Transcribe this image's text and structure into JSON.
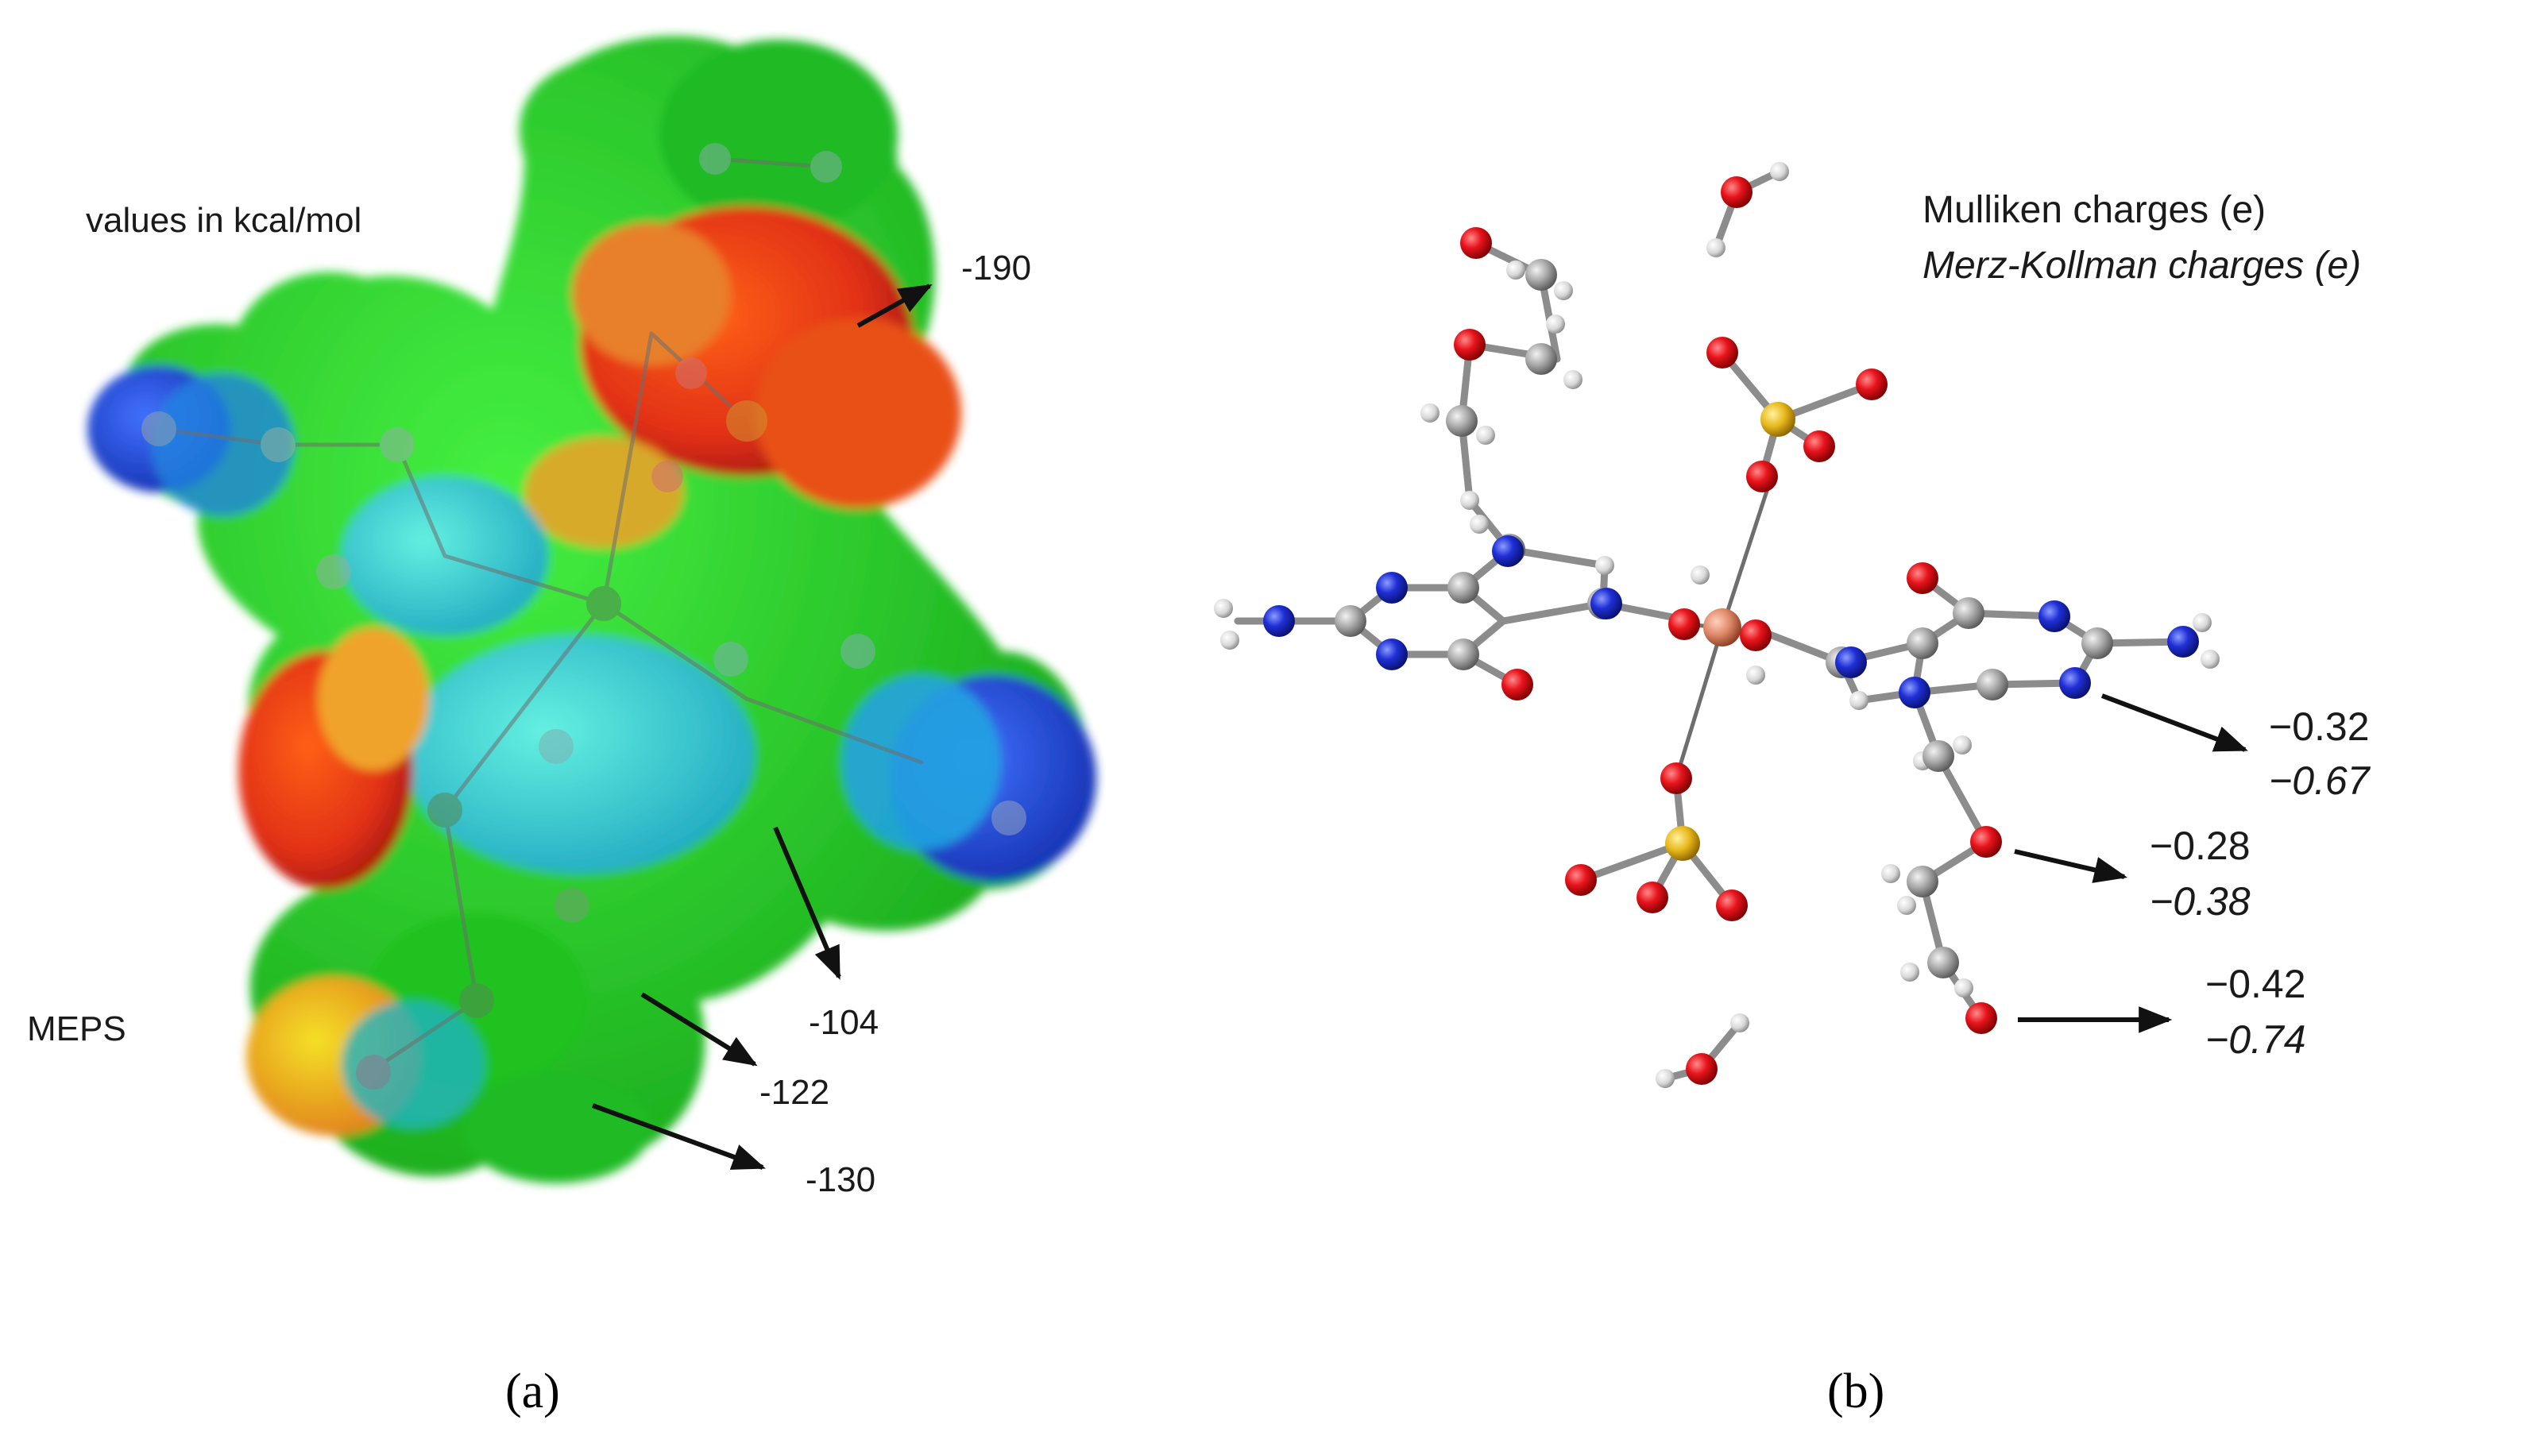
{
  "panel_a": {
    "units_label": "values in kcal/mol",
    "surface_label": "MEPS",
    "values": [
      "-190",
      "-104",
      "-122",
      "-130"
    ],
    "caption": "(a)"
  },
  "panel_b": {
    "legend_mulliken": "Mulliken charges (e)",
    "legend_merz_kollman": "Merz-Kollman charges (e)",
    "charges": [
      {
        "mulliken": "−0.32",
        "merz_kollman": "−0.67"
      },
      {
        "mulliken": "−0.28",
        "merz_kollman": "−0.38"
      },
      {
        "mulliken": "−0.42",
        "merz_kollman": "−0.74"
      }
    ],
    "caption": "(b)"
  },
  "colors": {
    "oxygen": "#e8141c",
    "nitrogen": "#1f2fd6",
    "carbon": "#a8a8a8",
    "hydrogen": "#e4e4e4",
    "sulfur": "#e8b91c",
    "metal": "#e08a6a"
  }
}
